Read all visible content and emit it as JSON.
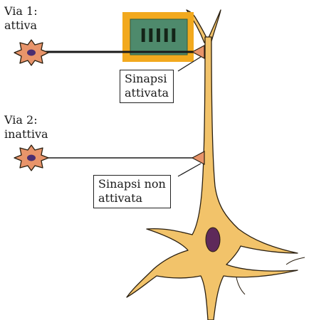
{
  "pathways": [
    {
      "label_line1": "Via 1:",
      "label_line2": "attiva",
      "synapse_label_line1": "Sinapsi",
      "synapse_label_line2": "attivata"
    },
    {
      "label_line1": "Via 2:",
      "label_line2": "inattiva",
      "synapse_label_line1": "Sinapsi non",
      "synapse_label_line2": "attivata"
    }
  ],
  "stimulus": {
    "glyph": "IIIII"
  },
  "colors": {
    "neuron_fill": "#F2C36A",
    "soma_nucleus": "#5E2A5A",
    "presynaptic_cell": "#E8946A",
    "presynaptic_nucleus": "#4A2E70",
    "stimulus_outer": "#F2A91E",
    "stimulus_inner": "#4E8A6C",
    "axon": "#1a1a1a"
  }
}
